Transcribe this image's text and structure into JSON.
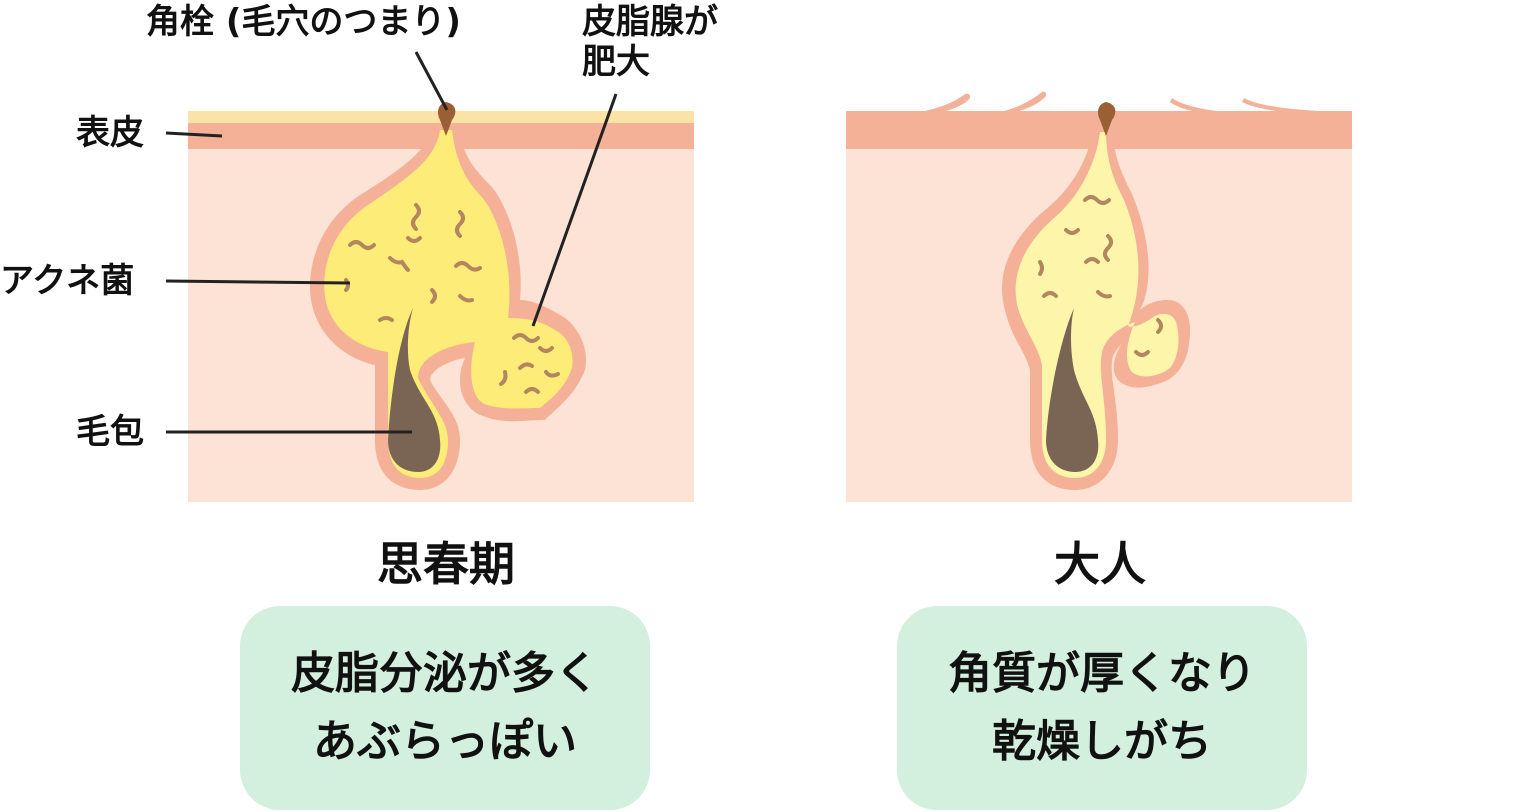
{
  "labels": {
    "kakusen": "角栓 (毛穴のつまり)",
    "hishisen_line1": "皮脂腺が",
    "hishisen_line2": "肥大",
    "hyohi": "表皮",
    "acne": "アクネ菌",
    "mouhou": "毛包"
  },
  "panels": [
    {
      "title": "思春期",
      "desc_line1": "皮脂分泌が多く",
      "desc_line2": "あぶらっぽい"
    },
    {
      "title": "大人",
      "desc_line1": "角質が厚くなり",
      "desc_line2": "乾燥しがち"
    }
  ],
  "colors": {
    "skin": "#fde3d6",
    "epidermis": "#f4b197",
    "stratum": "#fbe3a6",
    "sebum_teen": "#fdec77",
    "sebum_adult": "#fdf6aa",
    "hair": "#7a6555",
    "plug": "#9a5f35",
    "bacteria": "#b28760",
    "box": "#d3f0de"
  }
}
